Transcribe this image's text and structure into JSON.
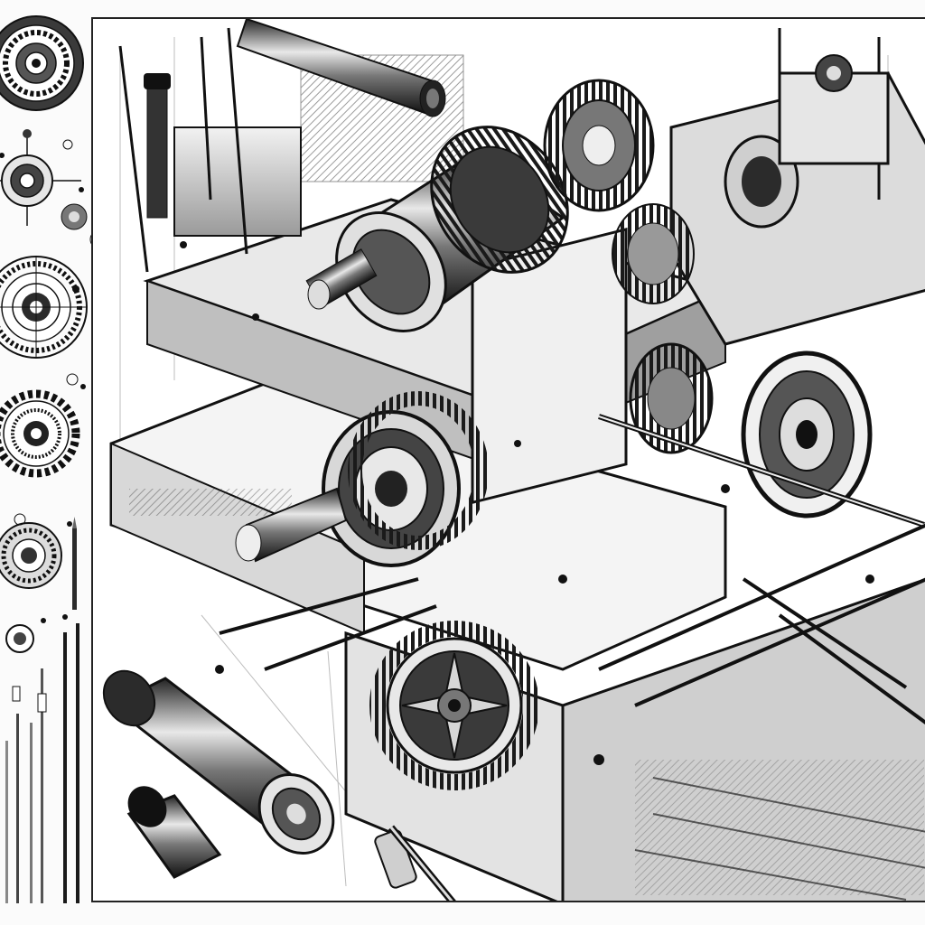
{
  "colors": {
    "ink": "#141414",
    "dark": "#2b2b2b",
    "mid": "#6a6a6a",
    "light": "#bdbdbd",
    "paper": "#ffffff",
    "page": "#fbfbfb"
  },
  "sketch_column": {
    "elements": [
      {
        "name": "gear-sketch-icon",
        "kind": "gear"
      },
      {
        "name": "rotor-sketch-icon",
        "kind": "rotor"
      },
      {
        "name": "gear-ring-sketch-icon",
        "kind": "ring"
      },
      {
        "name": "sprocket-sketch-icon",
        "kind": "sprocket"
      },
      {
        "name": "bearing-sketch-icon",
        "kind": "bearing"
      },
      {
        "name": "pencil-icon",
        "kind": "pencil"
      }
    ]
  },
  "illustration": {
    "subject": "mechanical-assembly",
    "style": "ink-line-drawing"
  }
}
